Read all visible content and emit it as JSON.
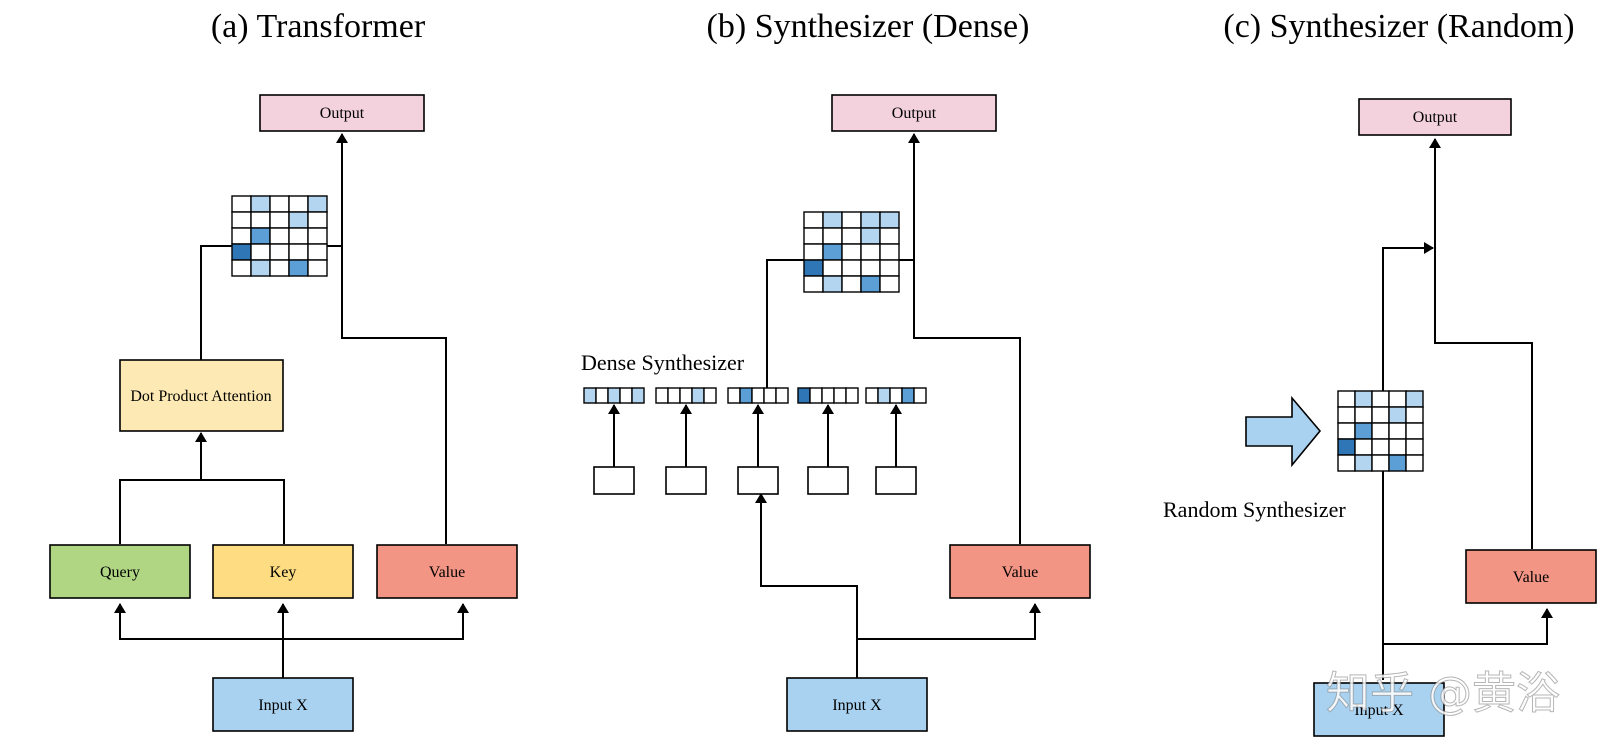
{
  "panels": {
    "a": {
      "title": "(a) Transformer",
      "output": "Output",
      "dot_product": "Dot Product Attention",
      "query": "Query",
      "key": "Key",
      "value": "Value",
      "input": "Input X"
    },
    "b": {
      "title": "(b) Synthesizer (Dense)",
      "output": "Output",
      "dense_label": "Dense Synthesizer",
      "value": "Value",
      "input": "Input X"
    },
    "c": {
      "title": "(c) Synthesizer (Random)",
      "output": "Output",
      "random_label": "Random Synthesizer",
      "value": "Value",
      "input": "Input X"
    }
  },
  "watermark": "知乎 @黄浴",
  "colors": {
    "output": "#f3d2de",
    "dot_product": "#fde9b4",
    "query": "#b0d684",
    "key": "#fddc82",
    "value": "#f29585",
    "input": "#a9d2f0",
    "cell_light": "#b3d5ef",
    "cell_mid": "#5b9fd6",
    "cell_dark": "#2f76b6",
    "arrow_fill": "#a9d2f0"
  },
  "matrices": {
    "a": [
      [
        0,
        1,
        0,
        0,
        1
      ],
      [
        0,
        0,
        0,
        1,
        0
      ],
      [
        0,
        2,
        0,
        0,
        0
      ],
      [
        3,
        0,
        0,
        0,
        0
      ],
      [
        0,
        1,
        0,
        2,
        0
      ]
    ],
    "b": [
      [
        0,
        1,
        0,
        1,
        1
      ],
      [
        0,
        0,
        0,
        1,
        0
      ],
      [
        0,
        2,
        0,
        0,
        0
      ],
      [
        3,
        0,
        0,
        0,
        0
      ],
      [
        0,
        1,
        0,
        2,
        0
      ]
    ],
    "c": [
      [
        0,
        1,
        0,
        0,
        1
      ],
      [
        0,
        0,
        0,
        1,
        0
      ],
      [
        0,
        2,
        0,
        0,
        0
      ],
      [
        3,
        0,
        0,
        0,
        0
      ],
      [
        0,
        1,
        0,
        2,
        0
      ]
    ]
  },
  "dense_vectors": [
    [
      1,
      0,
      1,
      0,
      1
    ],
    [
      0,
      0,
      0,
      1,
      0
    ],
    [
      0,
      2,
      0,
      0,
      0
    ],
    [
      3,
      0,
      0,
      0,
      0
    ],
    [
      0,
      1,
      0,
      2,
      0
    ]
  ]
}
